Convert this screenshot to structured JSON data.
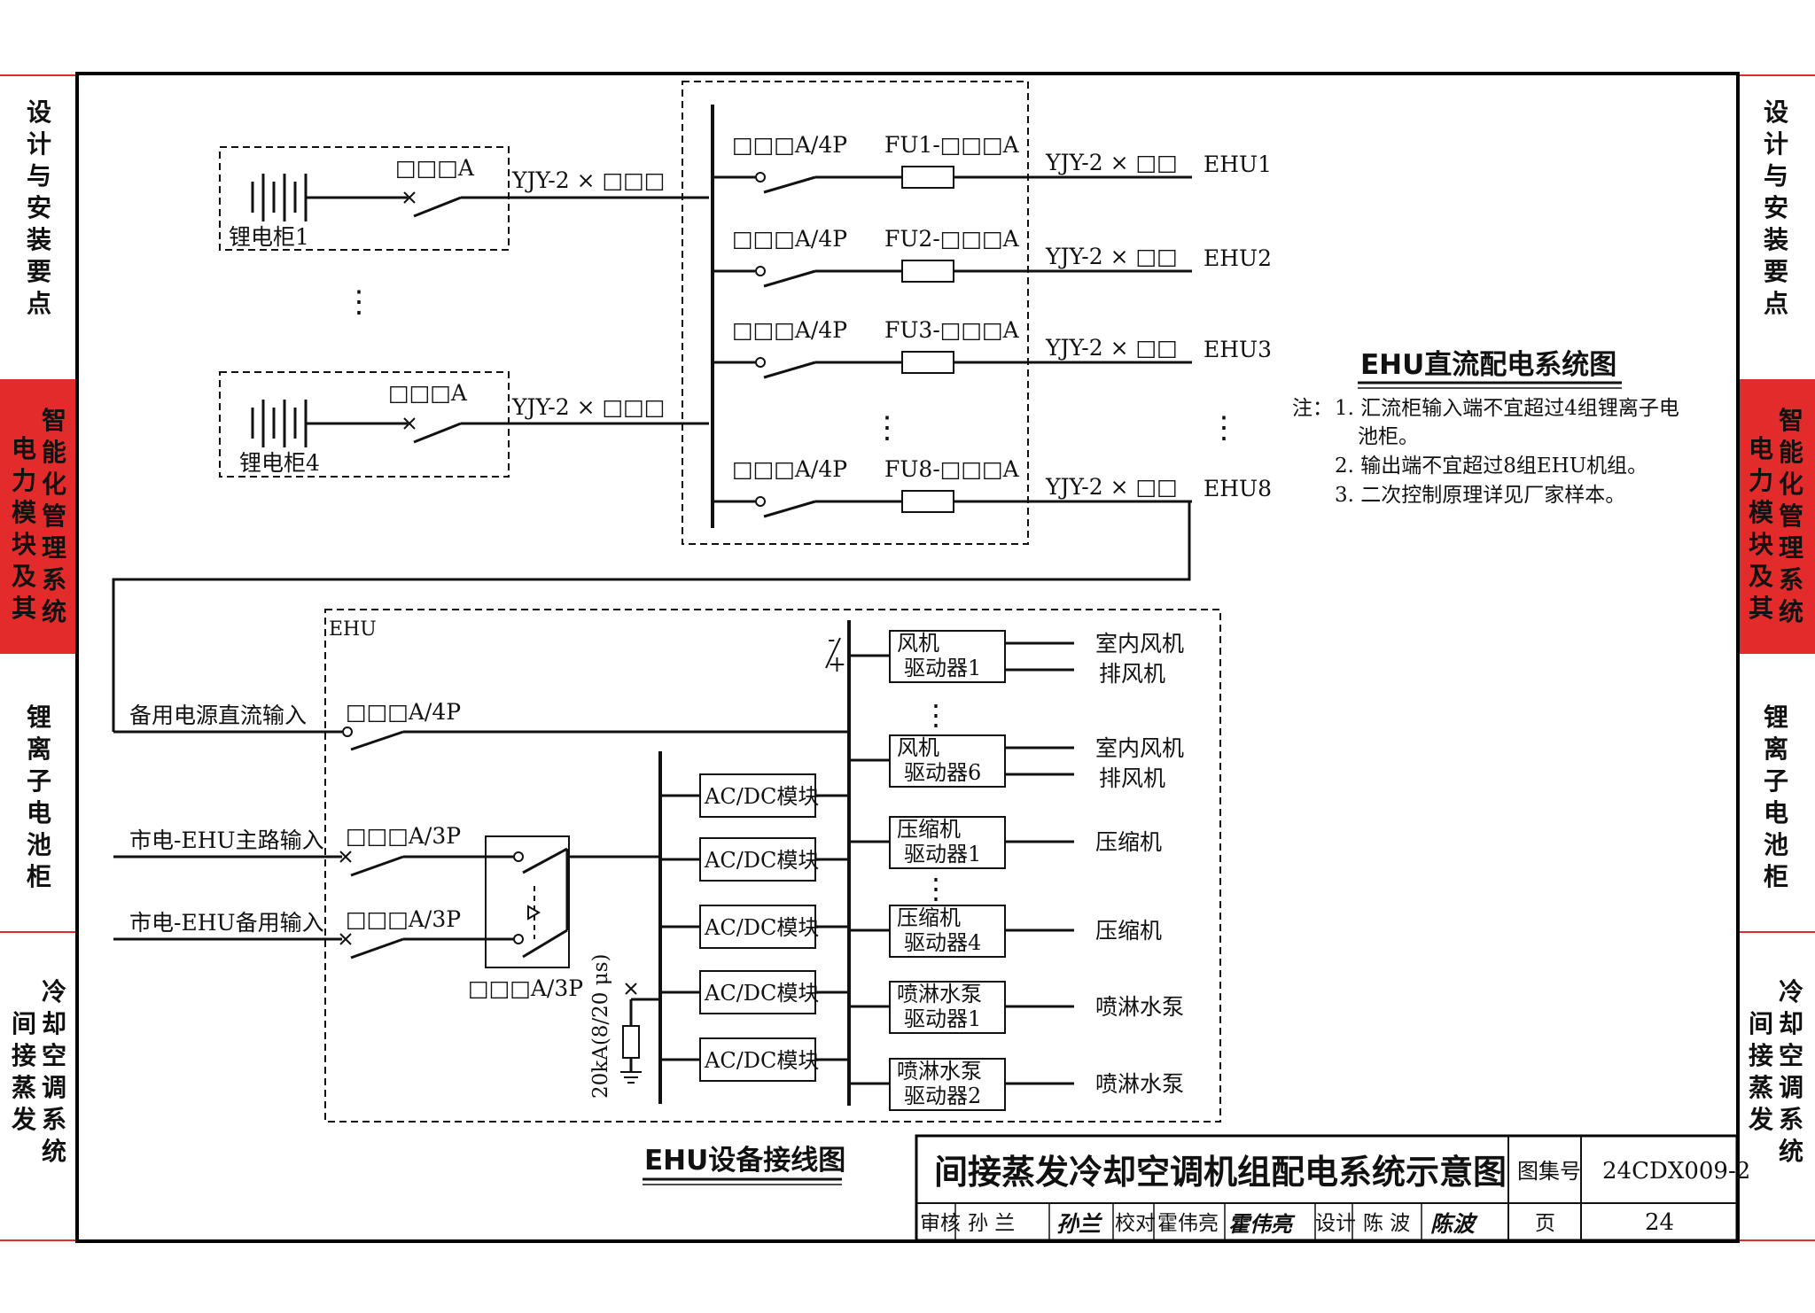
{
  "side_tabs": [
    {
      "id": "design",
      "lines": [
        "设计与安装要点"
      ],
      "active": false
    },
    {
      "id": "smart",
      "lines": [
        "智能化管理系统",
        "电力模块及其"
      ],
      "active": true
    },
    {
      "id": "battery",
      "lines": [
        "锂离子电池柜"
      ],
      "active": false
    },
    {
      "id": "cooling",
      "lines": [
        "冷却空调系统",
        "间接蒸发"
      ],
      "active": false
    }
  ],
  "dc_system": {
    "title": "EHU直流配电系统图",
    "battery_cabinets": [
      {
        "label": "锂电柜1",
        "breaker": "□□□A",
        "cable": "YJY-2 × □□□"
      },
      {
        "label": "锂电柜4",
        "breaker": "□□□A",
        "cable": "YJY-2 × □□□"
      }
    ],
    "outputs": [
      {
        "breaker": "□□□A/4P",
        "fuse": "FU1-□□□A",
        "cable": "YJY-2 × □□",
        "ehu": "EHU1"
      },
      {
        "breaker": "□□□A/4P",
        "fuse": "FU2-□□□A",
        "cable": "YJY-2 × □□",
        "ehu": "EHU2"
      },
      {
        "breaker": "□□□A/4P",
        "fuse": "FU3-□□□A",
        "cable": "YJY-2 × □□",
        "ehu": "EHU3"
      },
      {
        "breaker": "□□□A/4P",
        "fuse": "FU8-□□□A",
        "cable": "YJY-2 × □□",
        "ehu": "EHU8"
      }
    ],
    "ellipsis": "⋮"
  },
  "notes": {
    "heading": "注：",
    "items": [
      "1. 汇流柜输入端不宜超过4组锂离子电",
      "池柜。",
      "2. 输出端不宜超过8组EHU机组。",
      "3. 二次控制原理详见厂家样本。"
    ]
  },
  "ehu_wiring": {
    "title": "EHU设备接线图",
    "box_label": "EHU",
    "inputs": [
      {
        "label": "备用电源直流输入",
        "breaker": "□□□A/4P"
      },
      {
        "label": "市电-EHU主路输入",
        "breaker": "□□□A/3P"
      },
      {
        "label": "市电-EHU备用输入",
        "breaker": "□□□A/3P"
      }
    ],
    "ats_breaker": "□□□A/3P",
    "spd": "20kA(8/20 μs)",
    "acdc_modules": [
      "AC/DC模块",
      "AC/DC模块",
      "AC/DC模块",
      "AC/DC模块",
      "AC/DC模块"
    ],
    "polarity": [
      "-",
      "+"
    ],
    "drivers": [
      {
        "line1": "风机",
        "line2": "驱动器1",
        "loads": [
          "室内风机",
          "排风机"
        ]
      },
      {
        "line1": "风机",
        "line2": "驱动器6",
        "loads": [
          "室内风机",
          "排风机"
        ]
      },
      {
        "line1": "压缩机",
        "line2": "驱动器1",
        "loads": [
          "压缩机"
        ]
      },
      {
        "line1": "压缩机",
        "line2": "驱动器4",
        "loads": [
          "压缩机"
        ]
      },
      {
        "line1": "喷淋水泵",
        "line2": "驱动器1",
        "loads": [
          "喷淋水泵"
        ]
      },
      {
        "line1": "喷淋水泵",
        "line2": "驱动器2",
        "loads": [
          "喷淋水泵"
        ]
      }
    ]
  },
  "title_block": {
    "title": "间接蒸发冷却空调机组配电系统示意图",
    "atlas_label": "图集号",
    "atlas_no": "24CDX009-2",
    "review_label": "审核",
    "reviewer": "孙 兰",
    "reviewer_sign": "孙兰",
    "check_label": "校对",
    "checker": "霍伟亮",
    "checker_sign": "霍伟亮",
    "design_label": "设计",
    "designer": "陈 波",
    "designer_sign": "陈波",
    "page_label": "页",
    "page_no": "24"
  },
  "colors": {
    "line": "#111111",
    "accent_red": "#e32b2b",
    "border": "#000000"
  }
}
